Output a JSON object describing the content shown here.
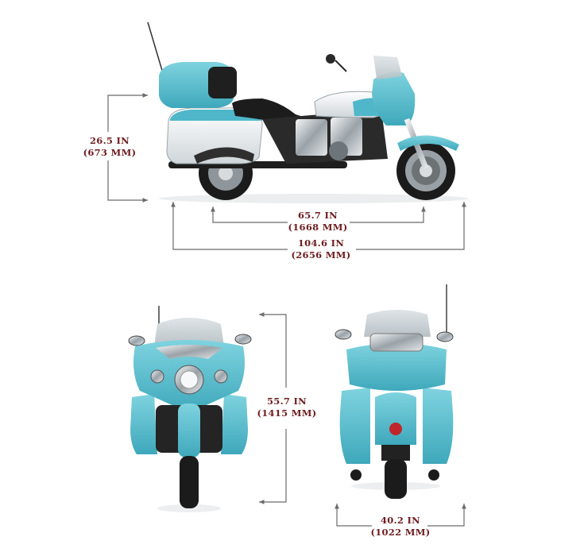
{
  "dimensions": {
    "seat_height": {
      "imperial": "26.5 IN",
      "metric": "(673 MM)"
    },
    "wheelbase": {
      "imperial": "65.7 IN",
      "metric": "(1668 MM)"
    },
    "overall_length": {
      "imperial": "104.6 IN",
      "metric": "(2656 MM)"
    },
    "overall_height": {
      "imperial": "55.7 IN",
      "metric": "(1415 MM)"
    },
    "overall_width": {
      "imperial": "40.2 IN",
      "metric": "(1022 MM)"
    }
  },
  "colors": {
    "label_text": "#6e1b1e",
    "dimension_line": "#6b6b6b",
    "paint_turquoise": "#4fb7c9",
    "paint_white": "#eef1f2",
    "chrome": "#c9ced2",
    "black": "#1c1c1c"
  },
  "views": [
    "side-view",
    "front-view",
    "rear-view"
  ]
}
